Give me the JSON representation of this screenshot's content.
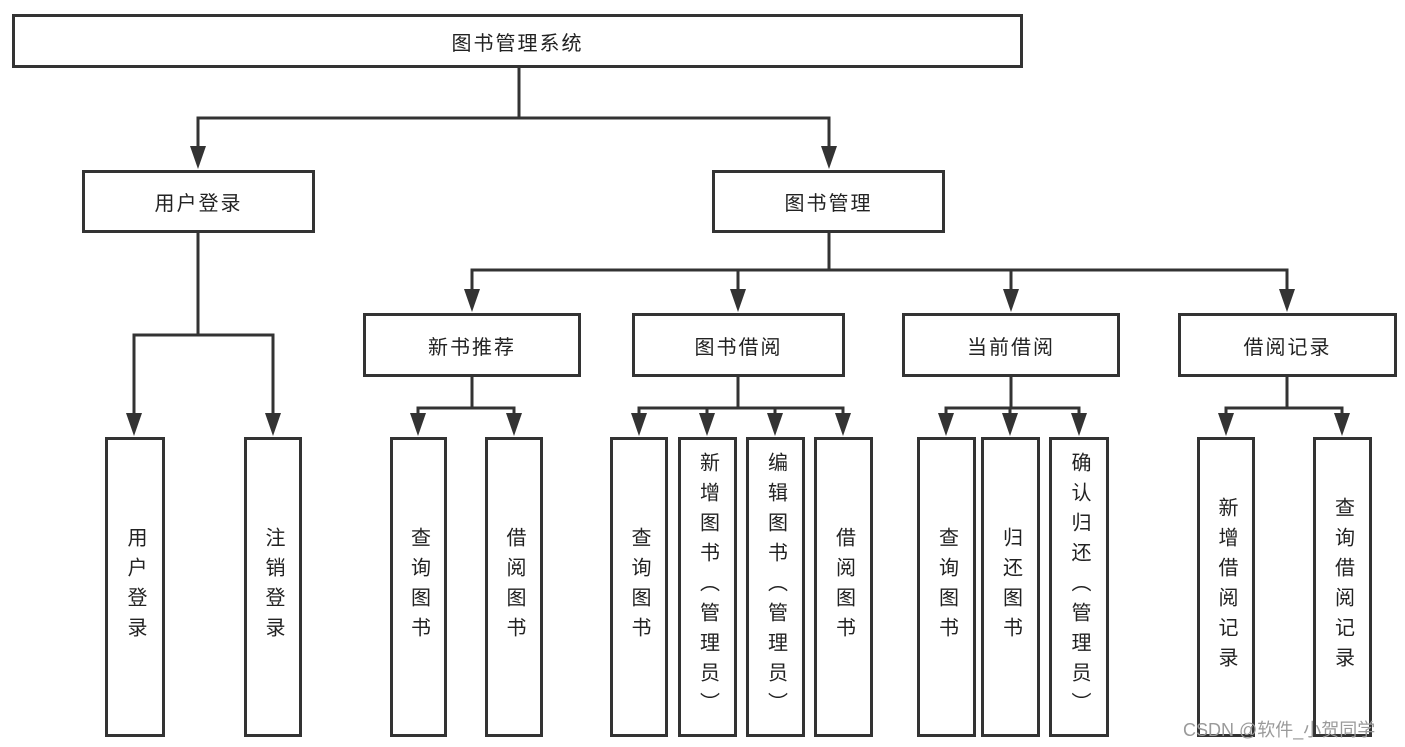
{
  "diagram": {
    "type": "tree",
    "root": {
      "label": "图书管理系统",
      "children": [
        {
          "label": "用户登录",
          "children": [
            {
              "label": "用户登录"
            },
            {
              "label": "注销登录"
            }
          ]
        },
        {
          "label": "图书管理",
          "children": [
            {
              "label": "新书推荐",
              "children": [
                {
                  "label": "查询图书"
                },
                {
                  "label": "借阅图书"
                }
              ]
            },
            {
              "label": "图书借阅",
              "children": [
                {
                  "label": "查询图书"
                },
                {
                  "label": "新增图书（管理员）"
                },
                {
                  "label": "编辑图书（管理员）"
                },
                {
                  "label": "借阅图书"
                }
              ]
            },
            {
              "label": "当前借阅",
              "children": [
                {
                  "label": "查询图书"
                },
                {
                  "label": "归还图书"
                },
                {
                  "label": "确认归还（管理员）"
                }
              ]
            },
            {
              "label": "借阅记录",
              "children": [
                {
                  "label": "新增借阅记录"
                },
                {
                  "label": "查询借阅记录"
                }
              ]
            }
          ]
        }
      ]
    },
    "colors": {
      "line": "#333333",
      "box_border": "#333333",
      "text": "#222222",
      "watermark": "#9a9a9a",
      "background": "#ffffff"
    }
  },
  "watermark": {
    "text": "CSDN @软件_小贺同学"
  }
}
